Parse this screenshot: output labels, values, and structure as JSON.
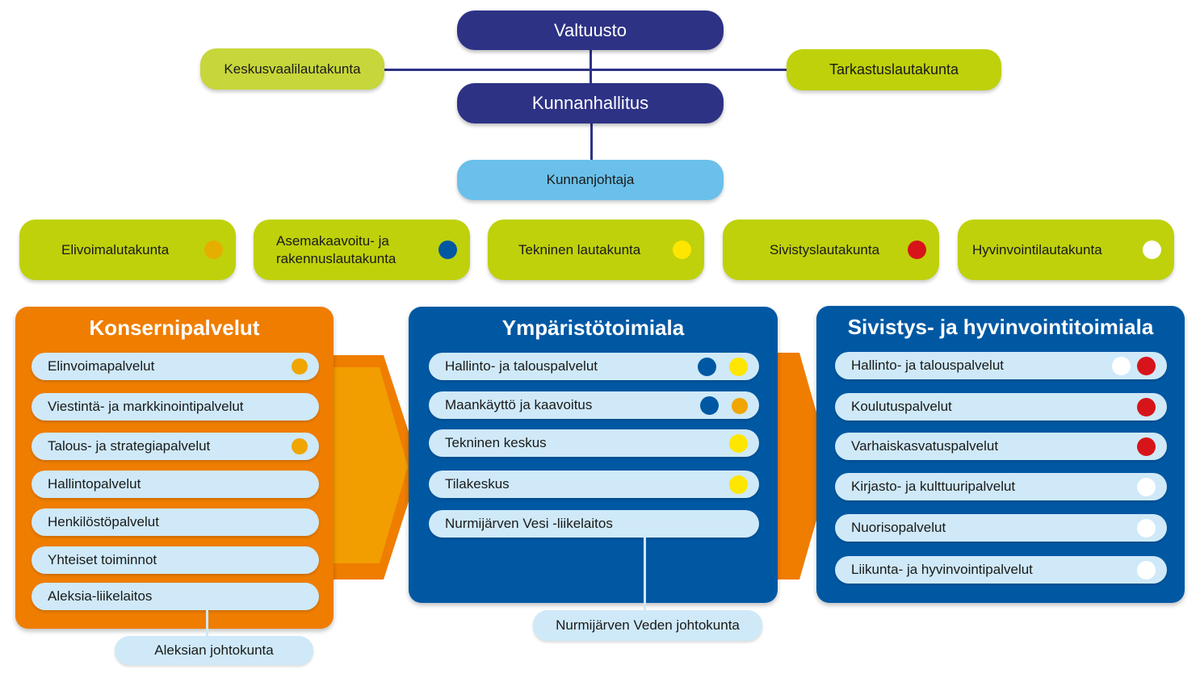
{
  "colors": {
    "navy": "#2d3285",
    "lime": "#bfd10a",
    "sky": "#6ac0ea",
    "orange": "#ef7d00",
    "blue": "#0058a3",
    "light_blue": "#cfe9f8",
    "dot_orange": "#f0a500",
    "dot_blue": "#0058a3",
    "dot_yellow": "#ffe600",
    "dot_red": "#d7141a",
    "dot_white": "#ffffff"
  },
  "top": {
    "council": "Valtuusto",
    "left_board": "Keskusvaalilautakunta",
    "right_board": "Tarkastuslautakunta",
    "executive": "Kunnanhallitus",
    "manager": "Kunnanjohtaja"
  },
  "boards": [
    {
      "label": "Elivoimalutakunta",
      "dot": "orange"
    },
    {
      "label": "Asemakaavoitu- ja rakennuslautakunta",
      "dot": "blue"
    },
    {
      "label": "Tekninen lautakunta",
      "dot": "yellow"
    },
    {
      "label": "Sivistyslautakunta",
      "dot": "red"
    },
    {
      "label": "Hyvinvointilautakunta",
      "dot": "white"
    }
  ],
  "divisions": [
    {
      "title": "Konsernipalvelut",
      "services": [
        {
          "label": "Elinvoimapalvelut",
          "dots": [
            "orange"
          ]
        },
        {
          "label": "Viestintä- ja markkinointipalvelut",
          "dots": []
        },
        {
          "label": "Talous- ja strategiapalvelut",
          "dots": [
            "orange"
          ]
        },
        {
          "label": "Hallintopalvelut",
          "dots": []
        },
        {
          "label": "Henkilöstöpalvelut",
          "dots": []
        },
        {
          "label": "Yhteiset toiminnot",
          "dots": []
        },
        {
          "label": "Aleksia-liikelaitos",
          "dots": []
        }
      ],
      "sub_board": "Aleksian johtokunta"
    },
    {
      "title": "Ympäristötoimiala",
      "services": [
        {
          "label": "Hallinto- ja talouspalvelut",
          "dots": [
            "blue",
            "yellow"
          ]
        },
        {
          "label": "Maankäyttö ja kaavoitus",
          "dots": [
            "blue",
            "orange"
          ]
        },
        {
          "label": "Tekninen keskus",
          "dots": [
            "yellow"
          ]
        },
        {
          "label": "Tilakeskus",
          "dots": [
            "yellow"
          ]
        },
        {
          "label": "Nurmijärven Vesi -liikelaitos",
          "dots": []
        }
      ],
      "sub_board": "Nurmijärven Veden johtokunta"
    },
    {
      "title": "Sivistys- ja hyvinvointitoimiala",
      "services": [
        {
          "label": "Hallinto- ja talouspalvelut",
          "dots": [
            "white",
            "red"
          ]
        },
        {
          "label": "Koulutuspalvelut",
          "dots": [
            "red"
          ]
        },
        {
          "label": "Varhaiskasvatuspalvelut",
          "dots": [
            "red"
          ]
        },
        {
          "label": "Kirjasto- ja kulttuuripalvelut",
          "dots": [
            "white"
          ]
        },
        {
          "label": "Nuorisopalvelut",
          "dots": [
            "white"
          ]
        },
        {
          "label": "Liikunta- ja hyvinvointipalvelut",
          "dots": [
            "white"
          ]
        }
      ]
    }
  ]
}
